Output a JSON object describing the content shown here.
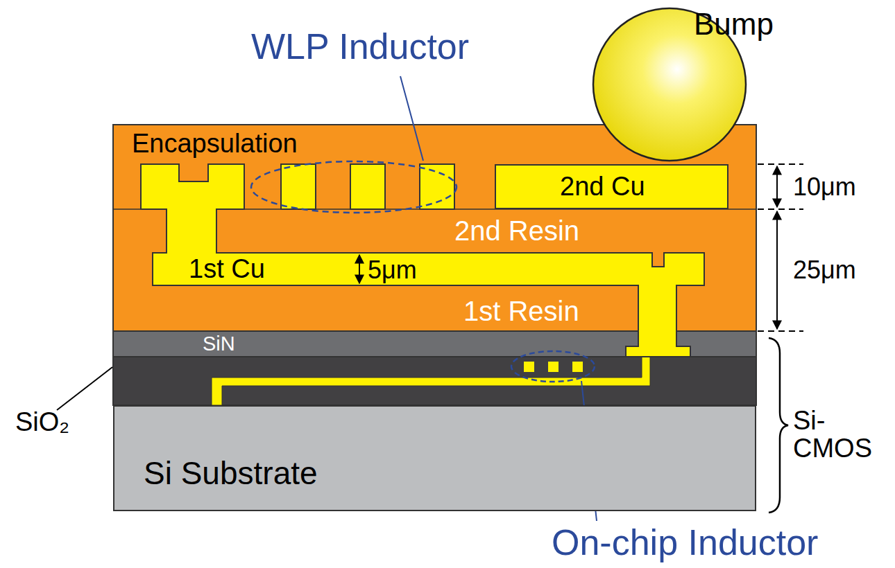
{
  "diagram": {
    "nodes": [
      {
        "text": [
          "2nd Cu"
        ]
      },
      {
        "text": [
          "1st Cu"
        ]
      },
      {
        "text": [
          "Si Substrate"
        ]
      }
    ],
    "labels": [
      "Bump",
      "WLP Inductor",
      "Encapsulation",
      "10μm",
      "2nd Resin",
      "5μm",
      "25μm",
      "1st Resin",
      "SiN",
      "SiO₂",
      "Si-CMOS",
      "On-chip Inductor"
    ]
  }
}
